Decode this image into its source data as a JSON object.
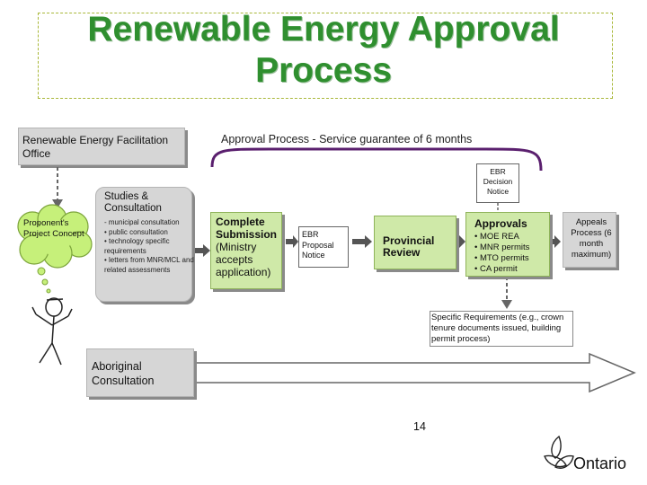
{
  "title": "Renewable Energy Approval Process",
  "facilitation_office": "Renewable Energy Facilitation Office",
  "guarantee": "Approval Process - Service guarantee of 6 months",
  "proponent": "Proponent's Project Concept",
  "studies": {
    "title": "Studies & Consultation",
    "items": [
      "- municipal consultation",
      "• public consultation",
      "• technology specific requirements",
      "• letters from MNR/MCL and related assessments"
    ]
  },
  "complete_submission": {
    "title": "Complete Submission",
    "subtitle": "(Ministry accepts application)"
  },
  "ebr_proposal": "EBR Proposal Notice",
  "provincial_review": "Provincial Review",
  "ebr_decision": "EBR Decision Notice",
  "approvals": {
    "title": "Approvals",
    "items": [
      "• MOE REA",
      "• MNR permits",
      "• MTO permits",
      "• CA permit"
    ]
  },
  "appeals": "Appeals Process (6 month maximum)",
  "specific_requirements": "Specific Requirements (e.g., crown tenure documents issued, building permit process)",
  "aboriginal": "Aboriginal Consultation",
  "page_number": "14",
  "logo": "Ontario",
  "colors": {
    "title_green": "#2f8f2f",
    "box_gray": "#d6d6d6",
    "box_green": "#cfe9a8",
    "bracket_purple": "#5a1f6e"
  },
  "icons": [
    "cloud-shape",
    "stick-figure",
    "trillium-logo",
    "block-arrow"
  ]
}
